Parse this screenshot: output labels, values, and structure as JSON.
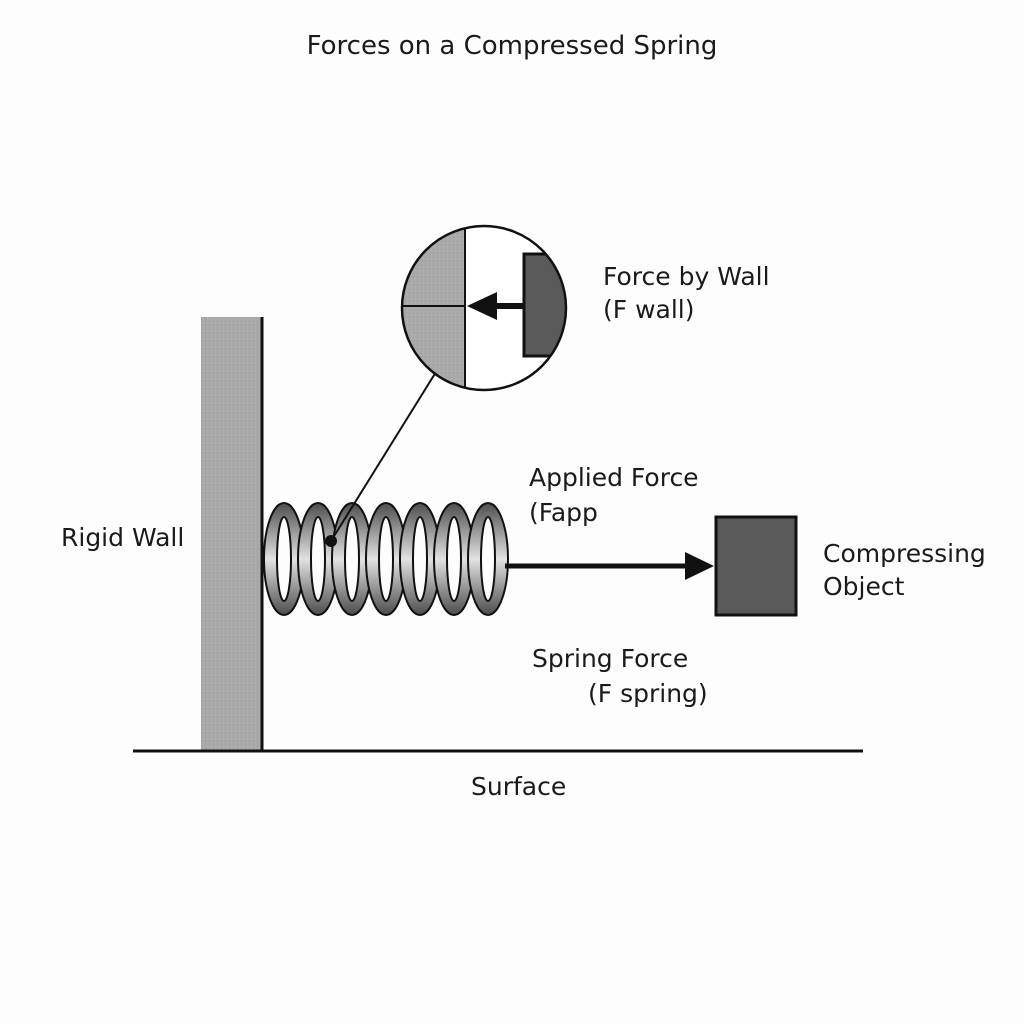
{
  "title": "Forces on a Compressed Spring",
  "labels": {
    "rigid_wall": "Rigid Wall",
    "force_by_wall_line1": "Force by Wall",
    "force_by_wall_line2": "(F wall)",
    "applied_force_line1": "Applied Force",
    "applied_force_line2": "(Fapp",
    "compressing_object_line1": "Compressing",
    "compressing_object_line2": "Object",
    "spring_force_line1": "Spring Force",
    "spring_force_line2": "(F spring)",
    "surface": "Surface"
  },
  "colors": {
    "wall_fill": "#a9a9a9",
    "object_fill": "#5a5a5a",
    "spring_dark": "#555555",
    "spring_light": "#dcdcdc",
    "line": "#111111"
  },
  "spring": {
    "coil_count": 7
  }
}
